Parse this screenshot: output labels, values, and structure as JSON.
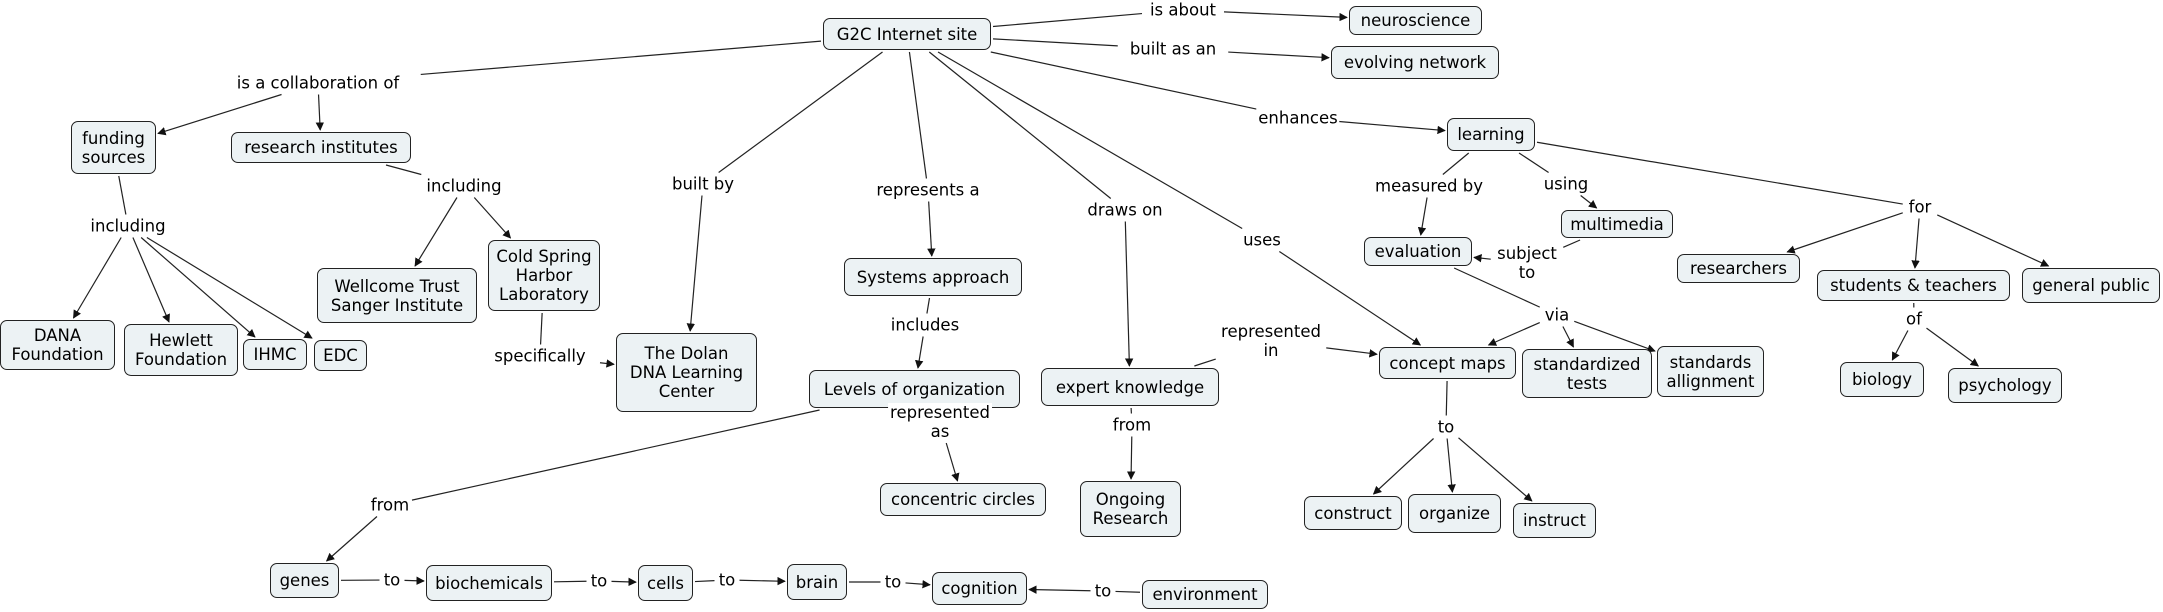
{
  "title": "G2C Internet site concept map",
  "colors": {
    "node_fill": "#ecf2f4",
    "node_border": "#222222",
    "line": "#222222",
    "background": "#ffffff"
  },
  "nodes": [
    {
      "id": "g2c",
      "text": "G2C Internet site"
    },
    {
      "id": "neuroscience",
      "text": "neuroscience"
    },
    {
      "id": "evolving",
      "text": "evolving network"
    },
    {
      "id": "learning",
      "text": "learning"
    },
    {
      "id": "funding",
      "text": "funding\nsources"
    },
    {
      "id": "research",
      "text": "research institutes"
    },
    {
      "id": "wellcome",
      "text": "Wellcome Trust\nSanger Institute"
    },
    {
      "id": "coldspring",
      "text": "Cold Spring\nHarbor\nLaboratory"
    },
    {
      "id": "dolan",
      "text": "The Dolan\nDNA Learning\nCenter"
    },
    {
      "id": "dana",
      "text": "DANA\nFoundation"
    },
    {
      "id": "hewlett",
      "text": "Hewlett\nFoundation"
    },
    {
      "id": "ihmc",
      "text": "IHMC"
    },
    {
      "id": "edc",
      "text": "EDC"
    },
    {
      "id": "systems",
      "text": "Systems approach"
    },
    {
      "id": "levels",
      "text": "Levels of organization"
    },
    {
      "id": "concentric",
      "text": "concentric circles"
    },
    {
      "id": "expert",
      "text": "expert knowledge"
    },
    {
      "id": "ongoing",
      "text": "Ongoing\nResearch"
    },
    {
      "id": "evaluation",
      "text": "evaluation"
    },
    {
      "id": "multimedia",
      "text": "multimedia"
    },
    {
      "id": "conceptmaps",
      "text": "concept maps"
    },
    {
      "id": "stdtests",
      "text": "standardized\ntests"
    },
    {
      "id": "stdalign",
      "text": "standards\nallignment"
    },
    {
      "id": "construct",
      "text": "construct"
    },
    {
      "id": "organize",
      "text": "organize"
    },
    {
      "id": "instruct",
      "text": "instruct"
    },
    {
      "id": "researchers",
      "text": "researchers"
    },
    {
      "id": "students",
      "text": "students & teachers"
    },
    {
      "id": "public",
      "text": "general public"
    },
    {
      "id": "biology",
      "text": "biology"
    },
    {
      "id": "psychology",
      "text": "psychology"
    },
    {
      "id": "genes",
      "text": "genes"
    },
    {
      "id": "biochemicals",
      "text": "biochemicals"
    },
    {
      "id": "cells",
      "text": "cells"
    },
    {
      "id": "brain",
      "text": "brain"
    },
    {
      "id": "cognition",
      "text": "cognition"
    },
    {
      "id": "environment",
      "text": "environment"
    }
  ],
  "links": [
    {
      "id": "is_about",
      "text": "is about",
      "from": [
        "g2c"
      ],
      "to": [
        "neuroscience"
      ]
    },
    {
      "id": "built_as_an",
      "text": "built as an",
      "from": [
        "g2c"
      ],
      "to": [
        "evolving"
      ]
    },
    {
      "id": "enhances",
      "text": "enhances",
      "from": [
        "g2c"
      ],
      "to": [
        "learning"
      ]
    },
    {
      "id": "collab",
      "text": "is a collaboration of",
      "from": [
        "g2c"
      ],
      "to": [
        "funding",
        "research"
      ]
    },
    {
      "id": "incl_research",
      "text": "including",
      "from": [
        "research"
      ],
      "to": [
        "wellcome",
        "coldspring"
      ]
    },
    {
      "id": "incl_funding",
      "text": "including",
      "from": [
        "funding"
      ],
      "to": [
        "dana",
        "hewlett",
        "ihmc",
        "edc"
      ]
    },
    {
      "id": "specifically",
      "text": "specifically",
      "from": [
        "coldspring"
      ],
      "to": [
        "dolan"
      ]
    },
    {
      "id": "built_by",
      "text": "built by",
      "from": [
        "g2c"
      ],
      "to": [
        "dolan"
      ]
    },
    {
      "id": "represents_a",
      "text": "represents a",
      "from": [
        "g2c"
      ],
      "to": [
        "systems"
      ]
    },
    {
      "id": "includes",
      "text": "includes",
      "from": [
        "systems"
      ],
      "to": [
        "levels"
      ]
    },
    {
      "id": "represented_as",
      "text": "represented\nas",
      "from": [
        "levels"
      ],
      "to": [
        "concentric"
      ]
    },
    {
      "id": "from_levels",
      "text": "from",
      "from": [
        "levels"
      ],
      "to": [
        "genes"
      ]
    },
    {
      "id": "draws_on",
      "text": "draws on",
      "from": [
        "g2c"
      ],
      "to": [
        "expert"
      ]
    },
    {
      "id": "from_expert",
      "text": "from",
      "from": [
        "expert"
      ],
      "to": [
        "ongoing"
      ]
    },
    {
      "id": "represented_in",
      "text": "represented\nin",
      "from": [
        "expert"
      ],
      "to": [
        "conceptmaps"
      ]
    },
    {
      "id": "uses",
      "text": "uses",
      "from": [
        "g2c"
      ],
      "to": [
        "conceptmaps"
      ]
    },
    {
      "id": "measured_by",
      "text": "measured by",
      "from": [
        "learning"
      ],
      "to": [
        "evaluation"
      ]
    },
    {
      "id": "using",
      "text": "using",
      "from": [
        "learning"
      ],
      "to": [
        "multimedia"
      ]
    },
    {
      "id": "subject_to",
      "text": "subject\nto",
      "from": [
        "multimedia"
      ],
      "to": [
        "evaluation"
      ]
    },
    {
      "id": "via",
      "text": "via",
      "from": [
        "evaluation"
      ],
      "to": [
        "conceptmaps",
        "stdtests",
        "stdalign"
      ]
    },
    {
      "id": "to_cm",
      "text": "to",
      "from": [
        "conceptmaps"
      ],
      "to": [
        "construct",
        "organize",
        "instruct"
      ]
    },
    {
      "id": "for",
      "text": "for",
      "from": [
        "learning"
      ],
      "to": [
        "researchers",
        "students",
        "public"
      ]
    },
    {
      "id": "of",
      "text": "of",
      "from": [
        "students"
      ],
      "to": [
        "biology",
        "psychology"
      ]
    },
    {
      "id": "to1",
      "text": "to",
      "from": [
        "genes"
      ],
      "to": [
        "biochemicals"
      ]
    },
    {
      "id": "to2",
      "text": "to",
      "from": [
        "biochemicals"
      ],
      "to": [
        "cells"
      ]
    },
    {
      "id": "to3",
      "text": "to",
      "from": [
        "cells"
      ],
      "to": [
        "brain"
      ]
    },
    {
      "id": "to4",
      "text": "to",
      "from": [
        "brain"
      ],
      "to": [
        "cognition"
      ]
    },
    {
      "id": "to5",
      "text": "to",
      "from": [
        "environment"
      ],
      "to": [
        "cognition"
      ]
    }
  ]
}
